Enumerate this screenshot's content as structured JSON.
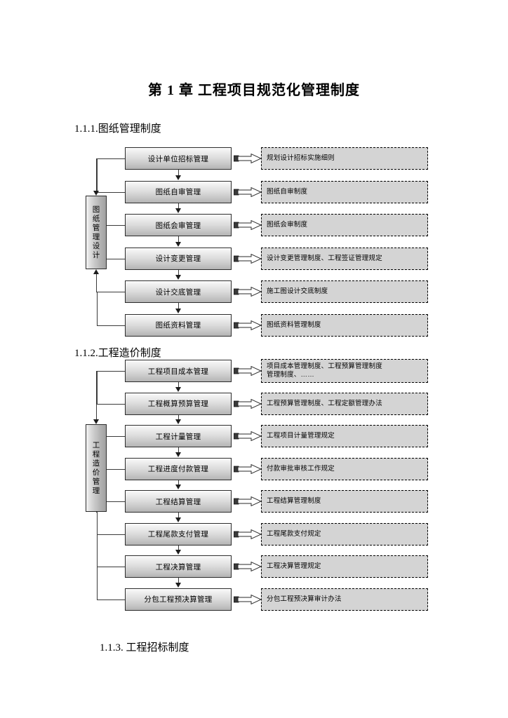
{
  "document": {
    "title": "第 1 章  工程项目规范化管理制度"
  },
  "sections": [
    {
      "heading": "1.1.1.图纸管理制度",
      "group_label": "图纸管理设计",
      "rows": [
        {
          "process": "设计单位招标管理",
          "note": [
            "规划设计招标实施细则"
          ]
        },
        {
          "process": "图纸自审管理",
          "note": [
            "图纸自审制度"
          ]
        },
        {
          "process": "图纸会审管理",
          "note": [
            "图纸会审制度"
          ]
        },
        {
          "process": "设计变更管理",
          "note": [
            "设计变更管理制度、工程签证管理规定"
          ]
        },
        {
          "process": "设计交底管理",
          "note": [
            "施工图设计交底制度"
          ]
        },
        {
          "process": "图纸资料管理",
          "note": [
            "图纸资料管理制度"
          ]
        }
      ]
    },
    {
      "heading": "1.1.2.工程造价制度",
      "group_label": "工程造价管理",
      "rows": [
        {
          "process": "工程项目成本管理",
          "note": [
            "项目成本管理制度、工程预算管理制度",
            "管理制度、……"
          ]
        },
        {
          "process": "工程概算预算管理",
          "note": [
            "工程预算管理制度、工程定额管理办法"
          ]
        },
        {
          "process": "工程计量管理",
          "note": [
            "工程项目计量管理规定"
          ]
        },
        {
          "process": "工程进度付款管理",
          "note": [
            "付款审批审核工作规定"
          ]
        },
        {
          "process": "工程结算管理",
          "note": [
            "工程结算管理制度"
          ]
        },
        {
          "process": "工程尾款支付管理",
          "note": [
            "工程尾款支付规定"
          ]
        },
        {
          "process": "工程决算管理",
          "note": [
            "工程决算管理规定"
          ]
        },
        {
          "process": "分包工程预决算管理",
          "note": [
            "分包工程预决算审计办法"
          ]
        }
      ]
    },
    {
      "heading": "1.1.3. 工程招标制度"
    }
  ],
  "colors": {
    "box_border": "#2b2b2b",
    "note_fill": "#d4d4d4",
    "line": "#3a3a3a",
    "page_bg": "#ffffff"
  }
}
